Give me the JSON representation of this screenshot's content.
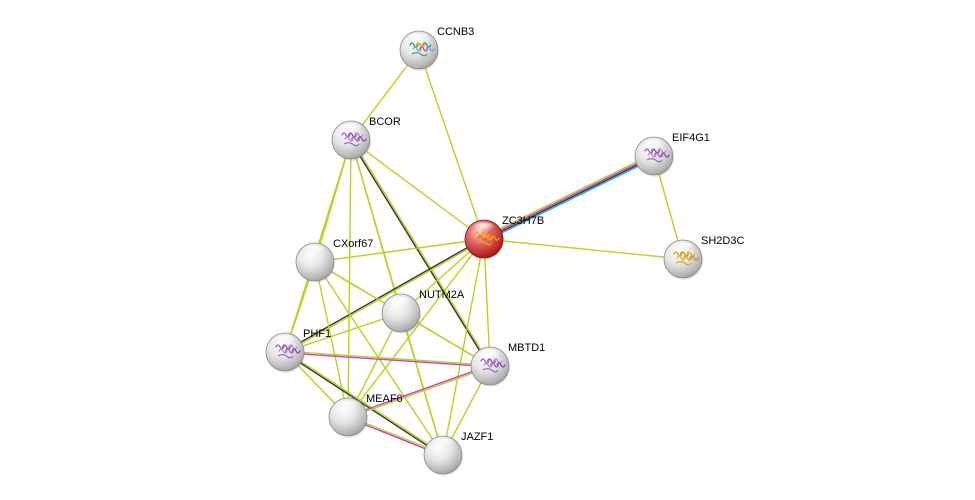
{
  "colors": {
    "background": "#ffffff",
    "node_default": "#d9d9d9",
    "node_query": "#cc2a2a",
    "edge_textmining": "#b9d21e",
    "edge_coexpression": "#333333",
    "edge_experimental": "#d03ad0",
    "edge_database": "#2cb7d6"
  },
  "nodes": [
    {
      "id": "CCNB3",
      "label": "CCNB3",
      "query": false,
      "structure_icon": "protein-structure-multicolor-icon"
    },
    {
      "id": "BCOR",
      "label": "BCOR",
      "query": false,
      "structure_icon": "protein-structure-purple-icon"
    },
    {
      "id": "EIF4G1",
      "label": "EIF4G1",
      "query": false,
      "structure_icon": "protein-structure-purple-icon"
    },
    {
      "id": "ZC3H7B",
      "label": "ZC3H7B",
      "query": true,
      "structure_icon": "protein-structure-orange-icon"
    },
    {
      "id": "SH2D3C",
      "label": "SH2D3C",
      "query": false,
      "structure_icon": "protein-structure-gold-icon"
    },
    {
      "id": "CXorf67",
      "label": "CXorf67",
      "query": false,
      "structure_icon": ""
    },
    {
      "id": "NUTM2A",
      "label": "NUTM2A",
      "query": false,
      "structure_icon": ""
    },
    {
      "id": "PHF1",
      "label": "PHF1",
      "query": false,
      "structure_icon": "protein-structure-purple-icon"
    },
    {
      "id": "MBTD1",
      "label": "MBTD1",
      "query": false,
      "structure_icon": "protein-structure-purple-icon"
    },
    {
      "id": "MEAF6",
      "label": "MEAF6",
      "query": false,
      "structure_icon": ""
    },
    {
      "id": "JAZF1",
      "label": "JAZF1",
      "query": false,
      "structure_icon": ""
    }
  ],
  "edges": [
    {
      "source": "CCNB3",
      "target": "BCOR",
      "types": [
        "textmining"
      ]
    },
    {
      "source": "CCNB3",
      "target": "ZC3H7B",
      "types": [
        "textmining"
      ]
    },
    {
      "source": "BCOR",
      "target": "ZC3H7B",
      "types": [
        "textmining"
      ]
    },
    {
      "source": "BCOR",
      "target": "CXorf67",
      "types": [
        "textmining"
      ]
    },
    {
      "source": "BCOR",
      "target": "PHF1",
      "types": [
        "textmining"
      ]
    },
    {
      "source": "BCOR",
      "target": "NUTM2A",
      "types": [
        "textmining"
      ]
    },
    {
      "source": "BCOR",
      "target": "MBTD1",
      "types": [
        "textmining",
        "coexpression"
      ]
    },
    {
      "source": "BCOR",
      "target": "MEAF6",
      "types": [
        "textmining"
      ]
    },
    {
      "source": "BCOR",
      "target": "JAZF1",
      "types": [
        "textmining"
      ]
    },
    {
      "source": "ZC3H7B",
      "target": "EIF4G1",
      "types": [
        "textmining",
        "experimental",
        "coexpression",
        "database"
      ]
    },
    {
      "source": "ZC3H7B",
      "target": "SH2D3C",
      "types": [
        "textmining"
      ]
    },
    {
      "source": "ZC3H7B",
      "target": "CXorf67",
      "types": [
        "textmining"
      ]
    },
    {
      "source": "ZC3H7B",
      "target": "PHF1",
      "types": [
        "textmining",
        "coexpression"
      ]
    },
    {
      "source": "ZC3H7B",
      "target": "NUTM2A",
      "types": [
        "textmining"
      ]
    },
    {
      "source": "ZC3H7B",
      "target": "MBTD1",
      "types": [
        "textmining"
      ]
    },
    {
      "source": "ZC3H7B",
      "target": "MEAF6",
      "types": [
        "textmining"
      ]
    },
    {
      "source": "ZC3H7B",
      "target": "JAZF1",
      "types": [
        "textmining"
      ]
    },
    {
      "source": "EIF4G1",
      "target": "SH2D3C",
      "types": [
        "textmining"
      ]
    },
    {
      "source": "CXorf67",
      "target": "PHF1",
      "types": [
        "textmining"
      ]
    },
    {
      "source": "CXorf67",
      "target": "NUTM2A",
      "types": [
        "textmining"
      ]
    },
    {
      "source": "CXorf67",
      "target": "MEAF6",
      "types": [
        "textmining"
      ]
    },
    {
      "source": "CXorf67",
      "target": "JAZF1",
      "types": [
        "textmining"
      ]
    },
    {
      "source": "CXorf67",
      "target": "MBTD1",
      "types": [
        "textmining"
      ]
    },
    {
      "source": "NUTM2A",
      "target": "PHF1",
      "types": [
        "textmining"
      ]
    },
    {
      "source": "NUTM2A",
      "target": "MBTD1",
      "types": [
        "textmining"
      ]
    },
    {
      "source": "NUTM2A",
      "target": "MEAF6",
      "types": [
        "textmining"
      ]
    },
    {
      "source": "NUTM2A",
      "target": "JAZF1",
      "types": [
        "textmining"
      ]
    },
    {
      "source": "PHF1",
      "target": "MBTD1",
      "types": [
        "textmining",
        "experimental"
      ]
    },
    {
      "source": "PHF1",
      "target": "MEAF6",
      "types": [
        "textmining"
      ]
    },
    {
      "source": "PHF1",
      "target": "JAZF1",
      "types": [
        "textmining",
        "coexpression"
      ]
    },
    {
      "source": "MBTD1",
      "target": "MEAF6",
      "types": [
        "textmining",
        "experimental"
      ]
    },
    {
      "source": "MBTD1",
      "target": "JAZF1",
      "types": [
        "textmining"
      ]
    },
    {
      "source": "MEAF6",
      "target": "JAZF1",
      "types": [
        "textmining",
        "experimental"
      ]
    }
  ]
}
